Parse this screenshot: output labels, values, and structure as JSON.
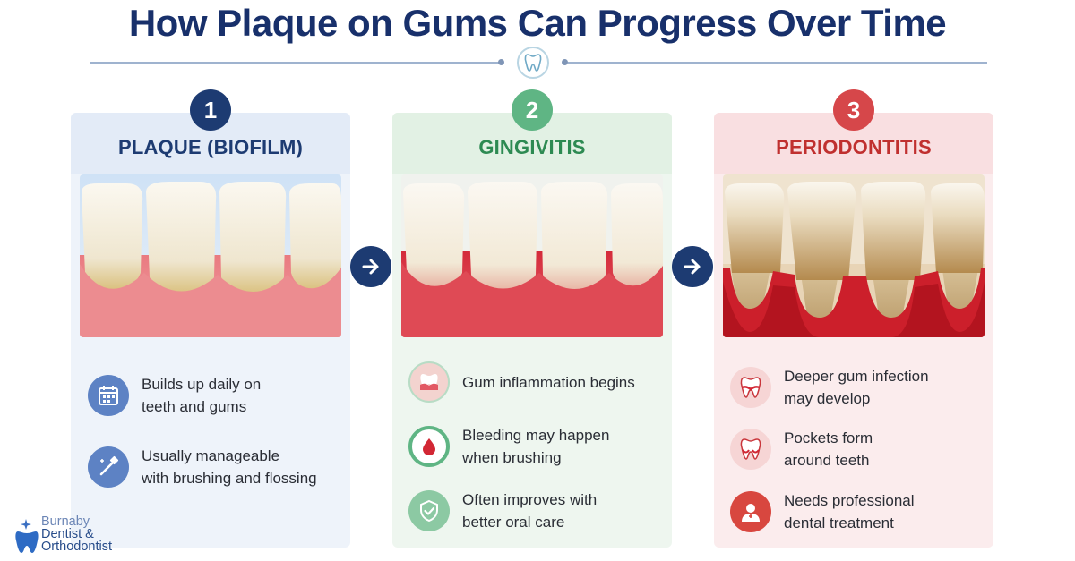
{
  "title": "How Plaque on Gums Can Progress Over Time",
  "colors": {
    "navy": "#1d3b72",
    "green": "#5fb584",
    "red": "#d6474a"
  },
  "stages": [
    {
      "number": "1",
      "title": "PLAQUE (BIOFILM)",
      "items": [
        {
          "icon": "calendar-icon",
          "lines": [
            "Builds up daily on",
            "teeth and gums"
          ]
        },
        {
          "icon": "toothbrush-icon",
          "lines": [
            "Usually manageable",
            "with brushing and flossing"
          ]
        }
      ]
    },
    {
      "number": "2",
      "title": "GINGIVITIS",
      "items": [
        {
          "icon": "inflamed-tooth-icon",
          "lines": [
            "Gum inflammation begins"
          ]
        },
        {
          "icon": "blood-drop-icon",
          "lines": [
            "Bleeding may happen",
            "when brushing"
          ]
        },
        {
          "icon": "shield-check-icon",
          "lines": [
            "Often improves with",
            "better oral care"
          ]
        }
      ]
    },
    {
      "number": "3",
      "title": "PERIODONTITIS",
      "items": [
        {
          "icon": "infected-tooth-icon",
          "lines": [
            "Deeper gum infection",
            "may develop"
          ]
        },
        {
          "icon": "tooth-pocket-icon",
          "lines": [
            "Pockets form",
            "around teeth"
          ]
        },
        {
          "icon": "dentist-icon",
          "lines": [
            "Needs professional",
            "dental treatment"
          ]
        }
      ]
    }
  ],
  "logo": {
    "line1": "Burnaby",
    "line2": "Dentist &",
    "line3": "Orthodontist"
  }
}
